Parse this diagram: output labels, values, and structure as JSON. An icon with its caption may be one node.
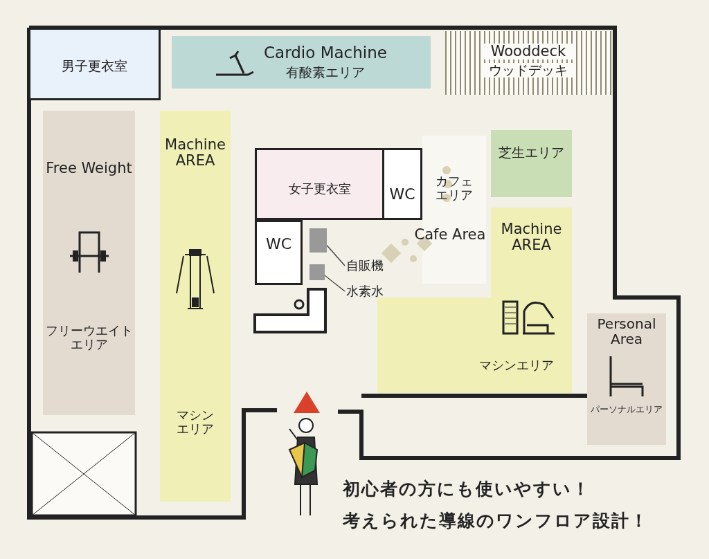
{
  "diagram": {
    "nodes": [
      {
        "text": [
          "男子更衣室"
        ]
      },
      {
        "text": [
          "Cardio Machine",
          "有酸素エリア"
        ]
      },
      {
        "text": [
          "Wooddeck",
          "ウッドデッキ"
        ]
      },
      {
        "text": [
          "Free Weight",
          "フリーウエイトエリア"
        ]
      },
      {
        "text": [
          "Machine AREA",
          "マシンエリア"
        ]
      },
      {
        "text": [
          "女子更衣室"
        ]
      },
      {
        "text": [
          "WC"
        ]
      },
      {
        "text": [
          "カフェエリア",
          "Cafe Area"
        ]
      },
      {
        "text": [
          "芝生エリア"
        ]
      },
      {
        "text": [
          "WC"
        ]
      },
      {
        "text": [],
        "shape": "box"
      },
      {
        "text": [
          "自販機"
        ]
      },
      {
        "text": [],
        "shape": "box"
      },
      {
        "text": [
          "水素水"
        ]
      },
      {
        "text": [
          "Machine AREA",
          "マシンエリア"
        ]
      },
      {
        "text": [
          "Personal Area",
          "パーソナルエリア"
        ]
      }
    ],
    "edges": [
      {
        "from": 11,
        "to": 10,
        "arrow": "none"
      },
      {
        "from": 13,
        "to": 12,
        "arrow": "none"
      }
    ],
    "labels": [
      "初心者の方にも使いやすい！",
      "考えられた導線のワンフロア設計！"
    ]
  }
}
